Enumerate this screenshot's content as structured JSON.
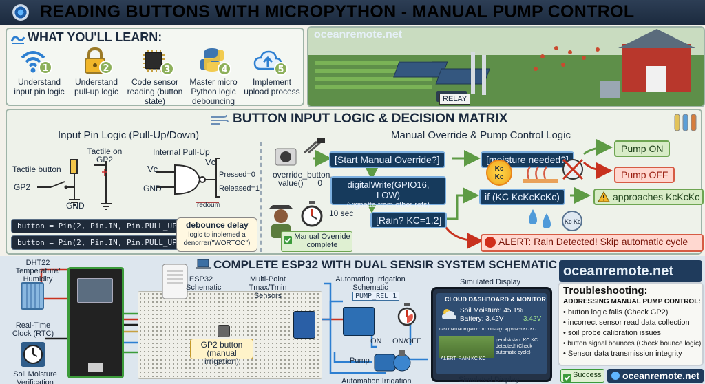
{
  "title": "READING BUTTONS WITH MICROPYTHON - MANUAL PUMP CONTROL",
  "learn": {
    "heading": "WHAT YOU'LL LEARN:",
    "items": [
      {
        "num": "1",
        "label": "Understand input pin logic",
        "icon": "wifi-icon"
      },
      {
        "num": "2",
        "label": "Understand pull-up logic",
        "icon": "lock-icon"
      },
      {
        "num": "3",
        "label": "Code sensor reading (button state)",
        "icon": "chip-icon"
      },
      {
        "num": "4",
        "label": "Master micro Python logic debouncing",
        "icon": "python-icon"
      },
      {
        "num": "5",
        "label": "Implement upload process",
        "icon": "cloud-upload-icon"
      }
    ]
  },
  "farm": {
    "watermark": "oceanremote.net",
    "relay_label": "RELAY"
  },
  "logic": {
    "heading": "BUTTON INPUT LOGIC & DECISION MATRIX",
    "left_heading": "Input Pin Logic (Pull-Up/Down)",
    "right_heading": "Manual Override & Pump Control Logic",
    "tactile_button": "Tactile button",
    "tactile_gp2": "Tactile on GP2",
    "gp2": "GP2",
    "gnd1": "GND",
    "gnd2": "GND",
    "internal_pullup": "Internal Pull-Up",
    "vc1": "Vc",
    "vc2": "Vc",
    "pressed": "Pressed=0",
    "released": "Released=1",
    "redoum": "redoum",
    "code1": "button = Pin(2, Pin.IN, Pin.PULL_UP)",
    "code2": "button = Pin(2, Pin.IN, Pin.PULL_UP)",
    "debounce_title": "debounce delay",
    "debounce_text": "logic to inolemed a denorrer(\"WORTOC\")",
    "override_value": "override_button. value() == 0",
    "start_override": "[Start Manual Override?]",
    "moisture_needed": "[moisture needed?]",
    "pump_on": "Pump ON",
    "pump_off": "Pump OFF",
    "digital_write": "digitalWrite(GPIO16, LOW)",
    "vignette": "(vignette from other refs)",
    "ten_sec": "10 sec",
    "rain_check": "[Rain? KC=1.2]",
    "kc_if": "if (KC KcKcKcKc)",
    "approaches": "approaches KcKcKc",
    "override_complete": "Manual Override complete",
    "alert": "ALERT: Rain Detected! Skip automatic cycle",
    "kc_badge": "Kc Kc",
    "kc_small": "Kc Kc"
  },
  "bottom": {
    "heading": "COMPLETE ESP32 WITH DUAL SENSIR SYSTEM SCHEMATIC",
    "dht": "DHT22 Temperature/ Humidity",
    "rtc": "Real-Time Clock (RTC)",
    "soil": "Soil Moisture Verification",
    "esp32": "ESP32 Schematic",
    "multipoint": "Multi-Point Tmax/Tmin Sensors",
    "gp2_button": "GP2 button (manual irrigation)",
    "automating": "Automating Irrigation Schematic",
    "pump_rel": "PUMP_REL 1",
    "on": "ON",
    "onoff": "ON/OFF",
    "pump": "Pump",
    "automation_bottom": "Automation Irrigation",
    "sim_display": "Simulated Display",
    "sim_display_bottom": "Simulated Display",
    "dashboard": {
      "title": "CLOUD DASHBOARD & MONITOR",
      "soil": "Soil Moisture: 45.1%",
      "battery": "Battery: 3.42V",
      "battery2": "3.42V",
      "last": "Last manual irrigation: 10 mins ago Approach KC KC",
      "alert": "ALERT: RAIN KC KC",
      "pending": "pendskstan: KC KC detected! (Check automatic cycle)"
    }
  },
  "trouble": {
    "brand": "oceanremote.net",
    "heading": "Troubleshooting:",
    "sub": "ADDRESSING MANUAL PUMP CONTROL:",
    "items": [
      "button logic fails (Check GP2)",
      "incorrect sensor read data collection",
      "soil probe calibration issues",
      "button signal bounces (Check bounce logic)",
      "Sensor data transmission integrity"
    ]
  },
  "footer": {
    "success": "Success",
    "brand": "oceanremote.net"
  },
  "colors": {
    "title_bg": "#1b2a3e",
    "flow_blue": "#163a5c",
    "ok_green": "#6ea552",
    "alert_red": "#c8321f",
    "wire_green": "#3c9b3a"
  }
}
